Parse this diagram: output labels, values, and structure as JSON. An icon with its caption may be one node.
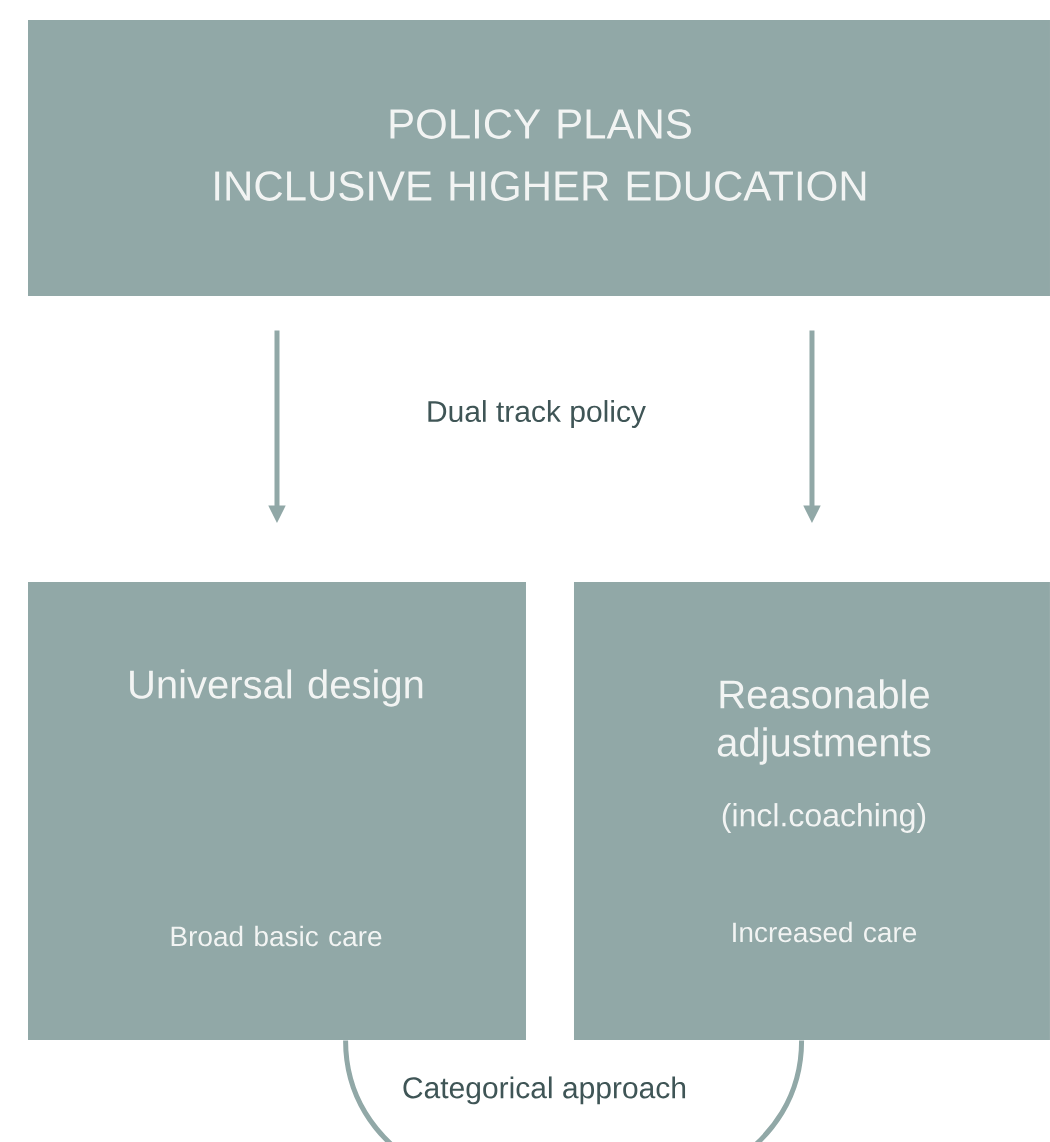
{
  "diagram": {
    "nodes": [
      {
        "text": [
          "POLICY PLANS",
          "INCLUSIVE HIGHER EDUCATION"
        ]
      },
      {
        "text": [
          "Universal design",
          "Broad basic care"
        ]
      },
      {
        "text": [
          "Reasonable adjustments",
          "(incl.coaching)",
          "Increased care"
        ]
      }
    ],
    "edges": [
      {
        "from": 0,
        "to": 1,
        "arrow": "to"
      },
      {
        "from": 0,
        "to": 2,
        "arrow": "to"
      },
      {
        "from": 1,
        "to": 2,
        "arrow": "none",
        "label": "Categorical approach"
      }
    ],
    "labels": [
      "Dual track policy"
    ]
  }
}
